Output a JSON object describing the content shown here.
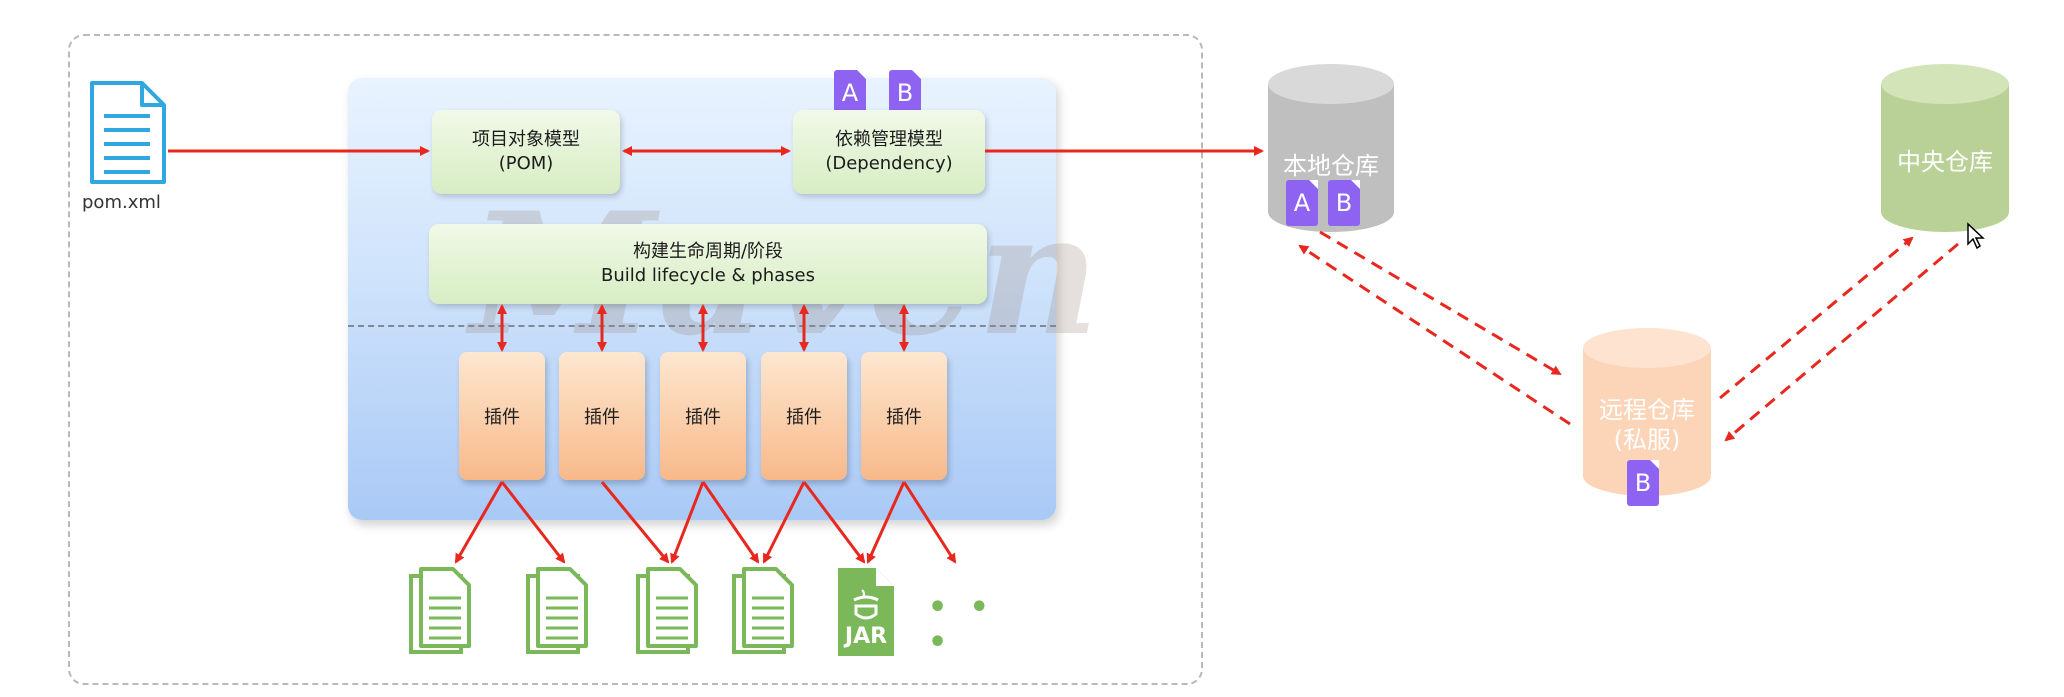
{
  "pom_file": {
    "label": "pom.xml"
  },
  "watermark": "Maven",
  "pom_model": {
    "line1": "项目对象模型",
    "line2": "(POM)"
  },
  "dependency_model": {
    "line1": "依赖管理模型",
    "line2": "(Dependency)"
  },
  "lifecycle": {
    "line1": "构建生命周期/阶段",
    "line2": "Build lifecycle & phases"
  },
  "plugins": [
    "插件",
    "插件",
    "插件",
    "插件",
    "插件"
  ],
  "dependency_tags": [
    "A",
    "B"
  ],
  "repositories": {
    "local": {
      "label": "本地仓库",
      "tags": [
        "A",
        "B"
      ]
    },
    "remote": {
      "line1": "远程仓库",
      "line2": "(私服)",
      "tags": [
        "B"
      ]
    },
    "central": {
      "label": "中央仓库"
    }
  },
  "outputs": {
    "jar_label": "JAR",
    "ellipsis": "• • •"
  },
  "colors": {
    "arrow": "#e8281e",
    "doc_icon": "#2fa7e0",
    "output_icon": "#7ab85a",
    "tag": "#8f63f2"
  }
}
